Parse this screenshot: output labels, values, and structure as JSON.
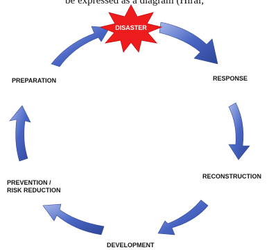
{
  "header": {
    "text": "be expressed as a diagram (Hiral,"
  },
  "diagram": {
    "center": "DISASTER",
    "stages": [
      {
        "key": "response",
        "label": "RESPONSE"
      },
      {
        "key": "reconstruction",
        "label": "RECONSTRUCTION"
      },
      {
        "key": "development",
        "label": "DEVELOPMENT"
      },
      {
        "key": "prevention",
        "label_line1": "PREVENTION /",
        "label_line2": "RISK REDUCTION"
      },
      {
        "key": "preparation",
        "label": "PREPARATION"
      }
    ],
    "colors": {
      "arrow_fill": "#4a66c4",
      "arrow_light": "#a8b8ea",
      "arrow_dark": "#2e4596",
      "burst_fill": "#ee1c1c",
      "burst_text": "#ffffff",
      "label_text": "#111111"
    }
  }
}
